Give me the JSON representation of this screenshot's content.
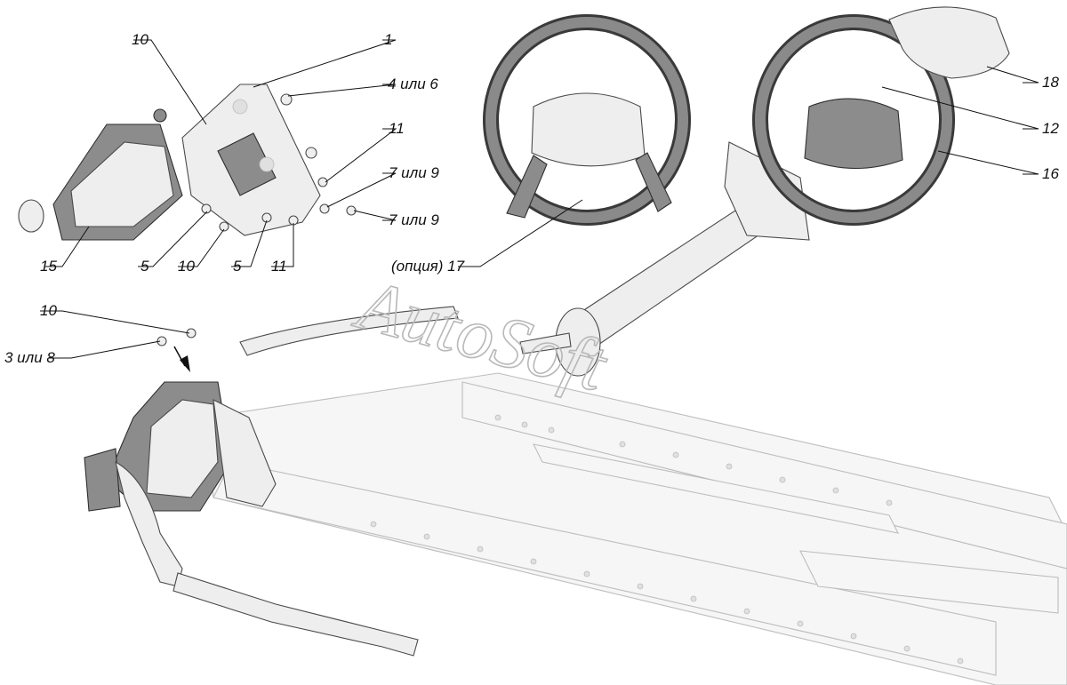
{
  "watermark": "AutoSoft",
  "callouts": [
    {
      "id": "c-1",
      "text": "1"
    },
    {
      "id": "c-10a",
      "text": "10"
    },
    {
      "id": "c-4or6",
      "text": "4 или 6"
    },
    {
      "id": "c-11a",
      "text": "11"
    },
    {
      "id": "c-7or9a",
      "text": "7 или 9"
    },
    {
      "id": "c-7or9b",
      "text": "7 или 9"
    },
    {
      "id": "c-15",
      "text": "15"
    },
    {
      "id": "c-5a",
      "text": "5"
    },
    {
      "id": "c-10b",
      "text": "10"
    },
    {
      "id": "c-5b",
      "text": "5"
    },
    {
      "id": "c-11b",
      "text": "11"
    },
    {
      "id": "c-17",
      "text": "(опция) 17"
    },
    {
      "id": "c-10c",
      "text": "10"
    },
    {
      "id": "c-3or8",
      "text": "3 или 8"
    },
    {
      "id": "c-18",
      "text": "18"
    },
    {
      "id": "c-12",
      "text": "12"
    },
    {
      "id": "c-16",
      "text": "16"
    }
  ]
}
